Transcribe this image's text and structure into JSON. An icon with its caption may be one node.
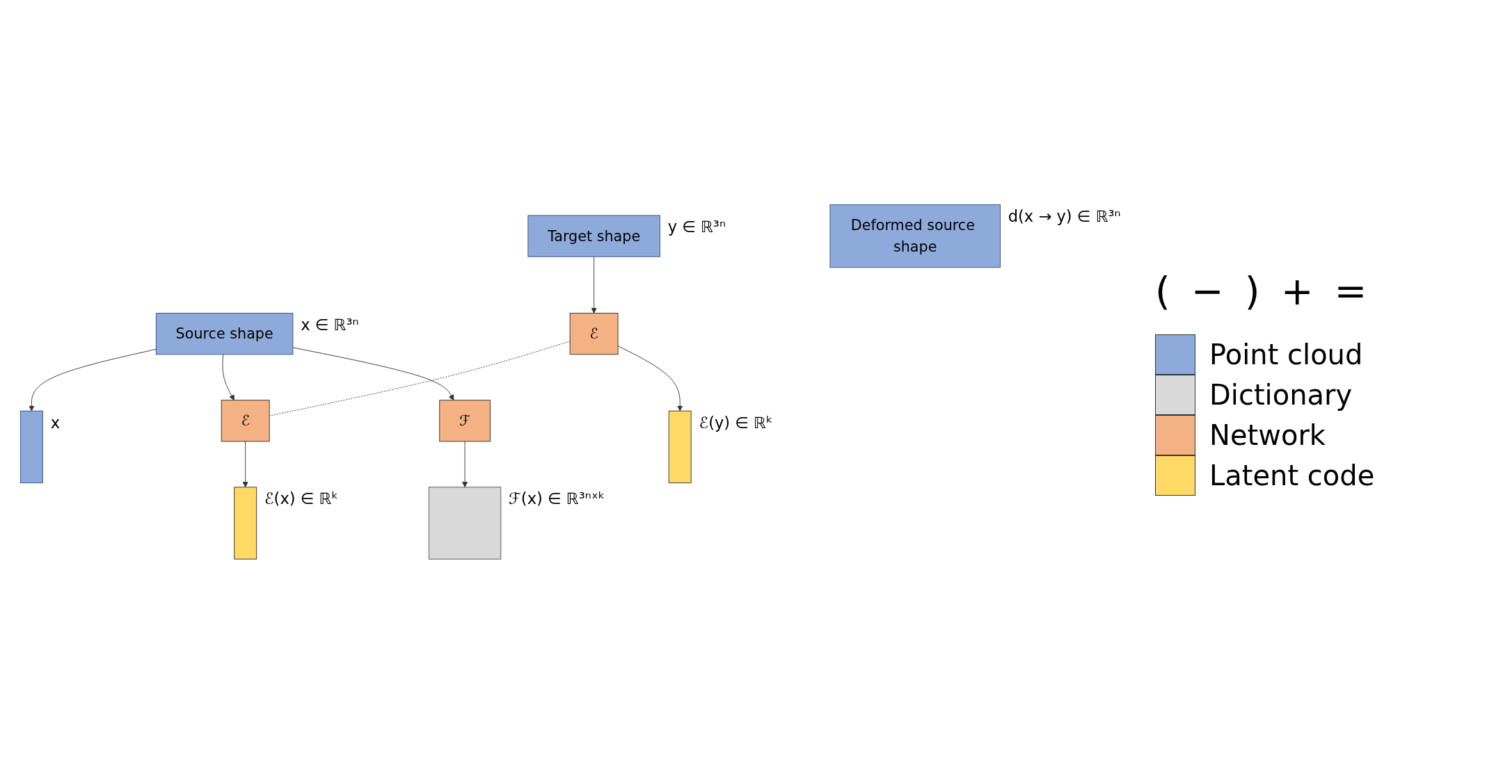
{
  "diagram": {
    "nodes": [
      {
        "text": [
          "Source shape"
        ],
        "beside": [
          "x ∈ ℝ³ⁿ"
        ]
      },
      {
        "text": [
          "Target shape"
        ],
        "beside": [
          "y ∈ ℝ³ⁿ"
        ]
      },
      {
        "text": [
          "ℱ"
        ]
      },
      {
        "text": [
          "ℰ"
        ]
      },
      {
        "text": [
          "ℰ"
        ]
      },
      {
        "text": [],
        "shape": "box",
        "beside": [
          "ℱ(x) ∈ ℝ³ⁿˣᵏ"
        ]
      },
      {
        "text": [],
        "shape": "bar",
        "beside": [
          "ℰ(y) ∈ ℝᵏ"
        ]
      },
      {
        "text": [],
        "shape": "bar",
        "beside": [
          "ℰ(x) ∈ ℝᵏ"
        ]
      },
      {
        "text": [],
        "shape": "bar",
        "beside": [
          "x"
        ]
      },
      {
        "text": [
          "Deformed source shape"
        ],
        "beside": [
          "d(x → y) ∈ ℝ³ⁿ"
        ]
      }
    ],
    "edges": [
      {
        "from": 0,
        "to": 2,
        "arrow": "to"
      },
      {
        "from": 0,
        "to": 3,
        "arrow": "to"
      },
      {
        "from": 0,
        "to": 8,
        "arrow": "to"
      },
      {
        "from": 2,
        "to": 5,
        "arrow": "to"
      },
      {
        "from": 3,
        "to": 7,
        "arrow": "to"
      },
      {
        "from": 1,
        "to": 4,
        "arrow": "to"
      },
      {
        "from": 4,
        "to": 6,
        "arrow": "to"
      },
      {
        "from": 4,
        "to": 3,
        "arrow": "none",
        "style": "dashed"
      }
    ],
    "labels": [
      "(",
      "−",
      ")",
      "+",
      "="
    ],
    "legend": [
      {
        "text": "Point cloud",
        "color": "#8eaadb"
      },
      {
        "text": "Dictionary",
        "color": "#d9d9d9"
      },
      {
        "text": "Network",
        "color": "#f4b183"
      },
      {
        "text": "Latent code",
        "color": "#ffd966"
      }
    ]
  }
}
